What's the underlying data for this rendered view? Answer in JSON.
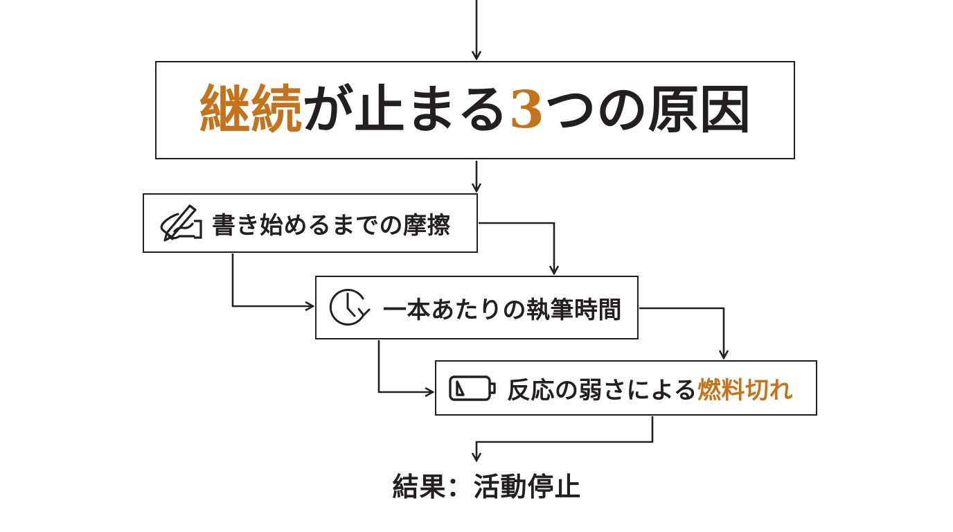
{
  "diagram": {
    "title_box": {
      "icon": "none",
      "segments": [
        {
          "text": "継続",
          "color": "#c5731a"
        },
        {
          "text": "が止まる",
          "color": "#231f20"
        },
        {
          "text": "3",
          "color": "#c5731a"
        },
        {
          "text": "つの原因",
          "color": "#231f20"
        }
      ],
      "full_text": "継続が止まる3つの原因"
    },
    "causes": [
      {
        "id": "cause-1",
        "icon": "hand-writing-pen-icon",
        "segments": [
          {
            "text": "書き始めるまでの摩擦",
            "color": "#231f20"
          }
        ],
        "full_text": "書き始めるまでの摩擦"
      },
      {
        "id": "cause-2",
        "icon": "clock-arrow-icon",
        "segments": [
          {
            "text": "一本あたりの執筆時間",
            "color": "#231f20"
          }
        ],
        "full_text": "一本あたりの執筆時間"
      },
      {
        "id": "cause-3",
        "icon": "low-battery-icon",
        "segments": [
          {
            "text": "反応の弱さによる",
            "color": "#231f20"
          },
          {
            "text": "燃料切れ",
            "color": "#c5731a"
          }
        ],
        "full_text": "反応の弱さによる燃料切れ"
      }
    ],
    "result": {
      "text": "結果：活動停止"
    },
    "colors": {
      "accent": "#c5731a",
      "ink": "#231f20",
      "background": "#ffffff"
    }
  }
}
